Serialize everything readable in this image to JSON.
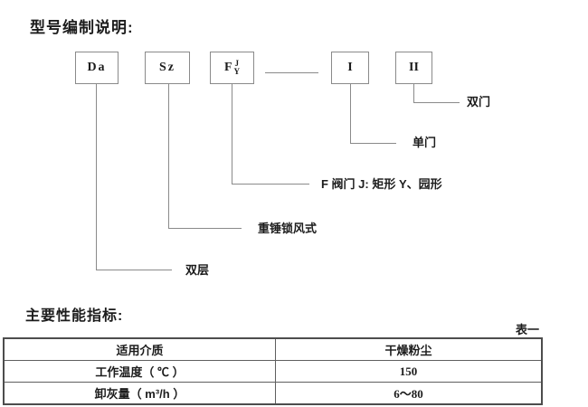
{
  "page": {
    "background": "#ffffff",
    "line_color": "#8a8a8a",
    "text_color": "#1c1c1c"
  },
  "model_section": {
    "title": "型号编制说明:",
    "boxes": [
      {
        "code": "Da"
      },
      {
        "code": "Sz"
      },
      {
        "code": "F",
        "sup": "J",
        "sub": "Y"
      },
      {
        "code": "I"
      },
      {
        "code": "II"
      }
    ],
    "leaders": [
      {
        "label": "双门"
      },
      {
        "label": "单门"
      },
      {
        "label": "F 阀门 J: 矩形 Y、园形"
      },
      {
        "label": "重锤锁风式"
      },
      {
        "label": "双层"
      }
    ]
  },
  "performance_section": {
    "title": "主要性能指标:",
    "table_caption": "表一",
    "table": {
      "rows": [
        {
          "name": "适用介质",
          "value": "干燥粉尘"
        },
        {
          "name": "工作温度（ ℃ ）",
          "value": "150"
        },
        {
          "name": "卸灰量（ m³/h ）",
          "value": "6～80"
        }
      ]
    }
  }
}
